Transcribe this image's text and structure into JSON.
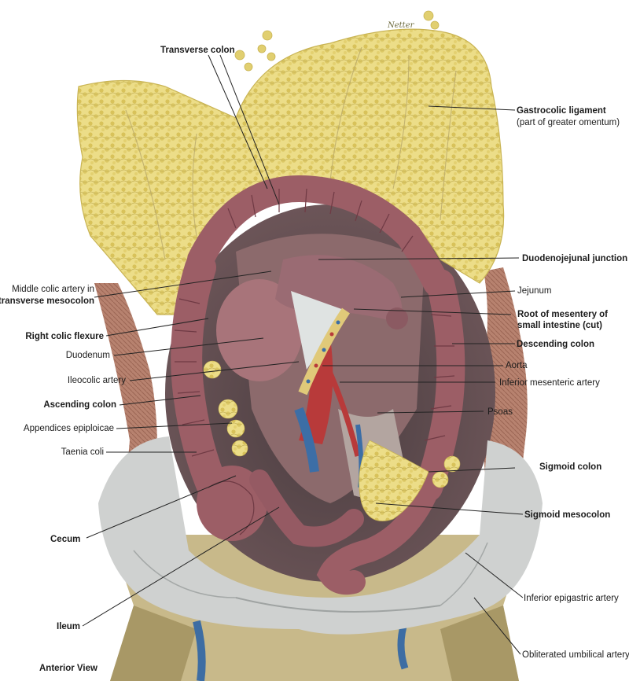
{
  "signature": "Netter",
  "view_label": "Anterior View",
  "labels": {
    "transverse_colon": "Transverse colon",
    "gastrocolic_ligament": "Gastrocolic ligament",
    "gastrocolic_ligament_sub": "(part of greater omentum)",
    "duodenojejunal_junction": "Duodenojejunal junction",
    "middle_colic_artery": "Middle colic artery in",
    "transverse_mesocolon": "transverse mesocolon",
    "jejunum": "Jejunum",
    "root_of_mesentery_1": "Root of mesentery of",
    "root_of_mesentery_2": "small intestine (cut)",
    "right_colic_flexure": "Right colic flexure",
    "descending_colon": "Descending colon",
    "duodenum": "Duodenum",
    "aorta": "Aorta",
    "ileocolic_artery": "Ileocolic artery",
    "inferior_mesenteric_artery": "Inferior mesenteric artery",
    "ascending_colon": "Ascending colon",
    "psoas": "Psoas",
    "appendices_epiploicae": "Appendices epiploicae",
    "taenia_coli": "Taenia coli",
    "sigmoid_colon": "Sigmoid colon",
    "sigmoid_mesocolon": "Sigmoid mesocolon",
    "cecum": "Cecum",
    "inferior_epigastric_artery": "Inferior epigastric artery",
    "ileum": "Ileum",
    "obliterated_umbilical_artery": "Obliterated umbilical artery"
  },
  "colors": {
    "omentum": "#e7d77c",
    "omentum_fat": "#d9c45a",
    "intestine": "#9c5e66",
    "intestine_dark": "#6f3a44",
    "peritoneum": "#c9cbca",
    "muscle": "#b98472",
    "artery": "#b83a3a",
    "vein": "#3c6ea6",
    "skin_edge": "#c8b98a",
    "leader": "#222222"
  }
}
